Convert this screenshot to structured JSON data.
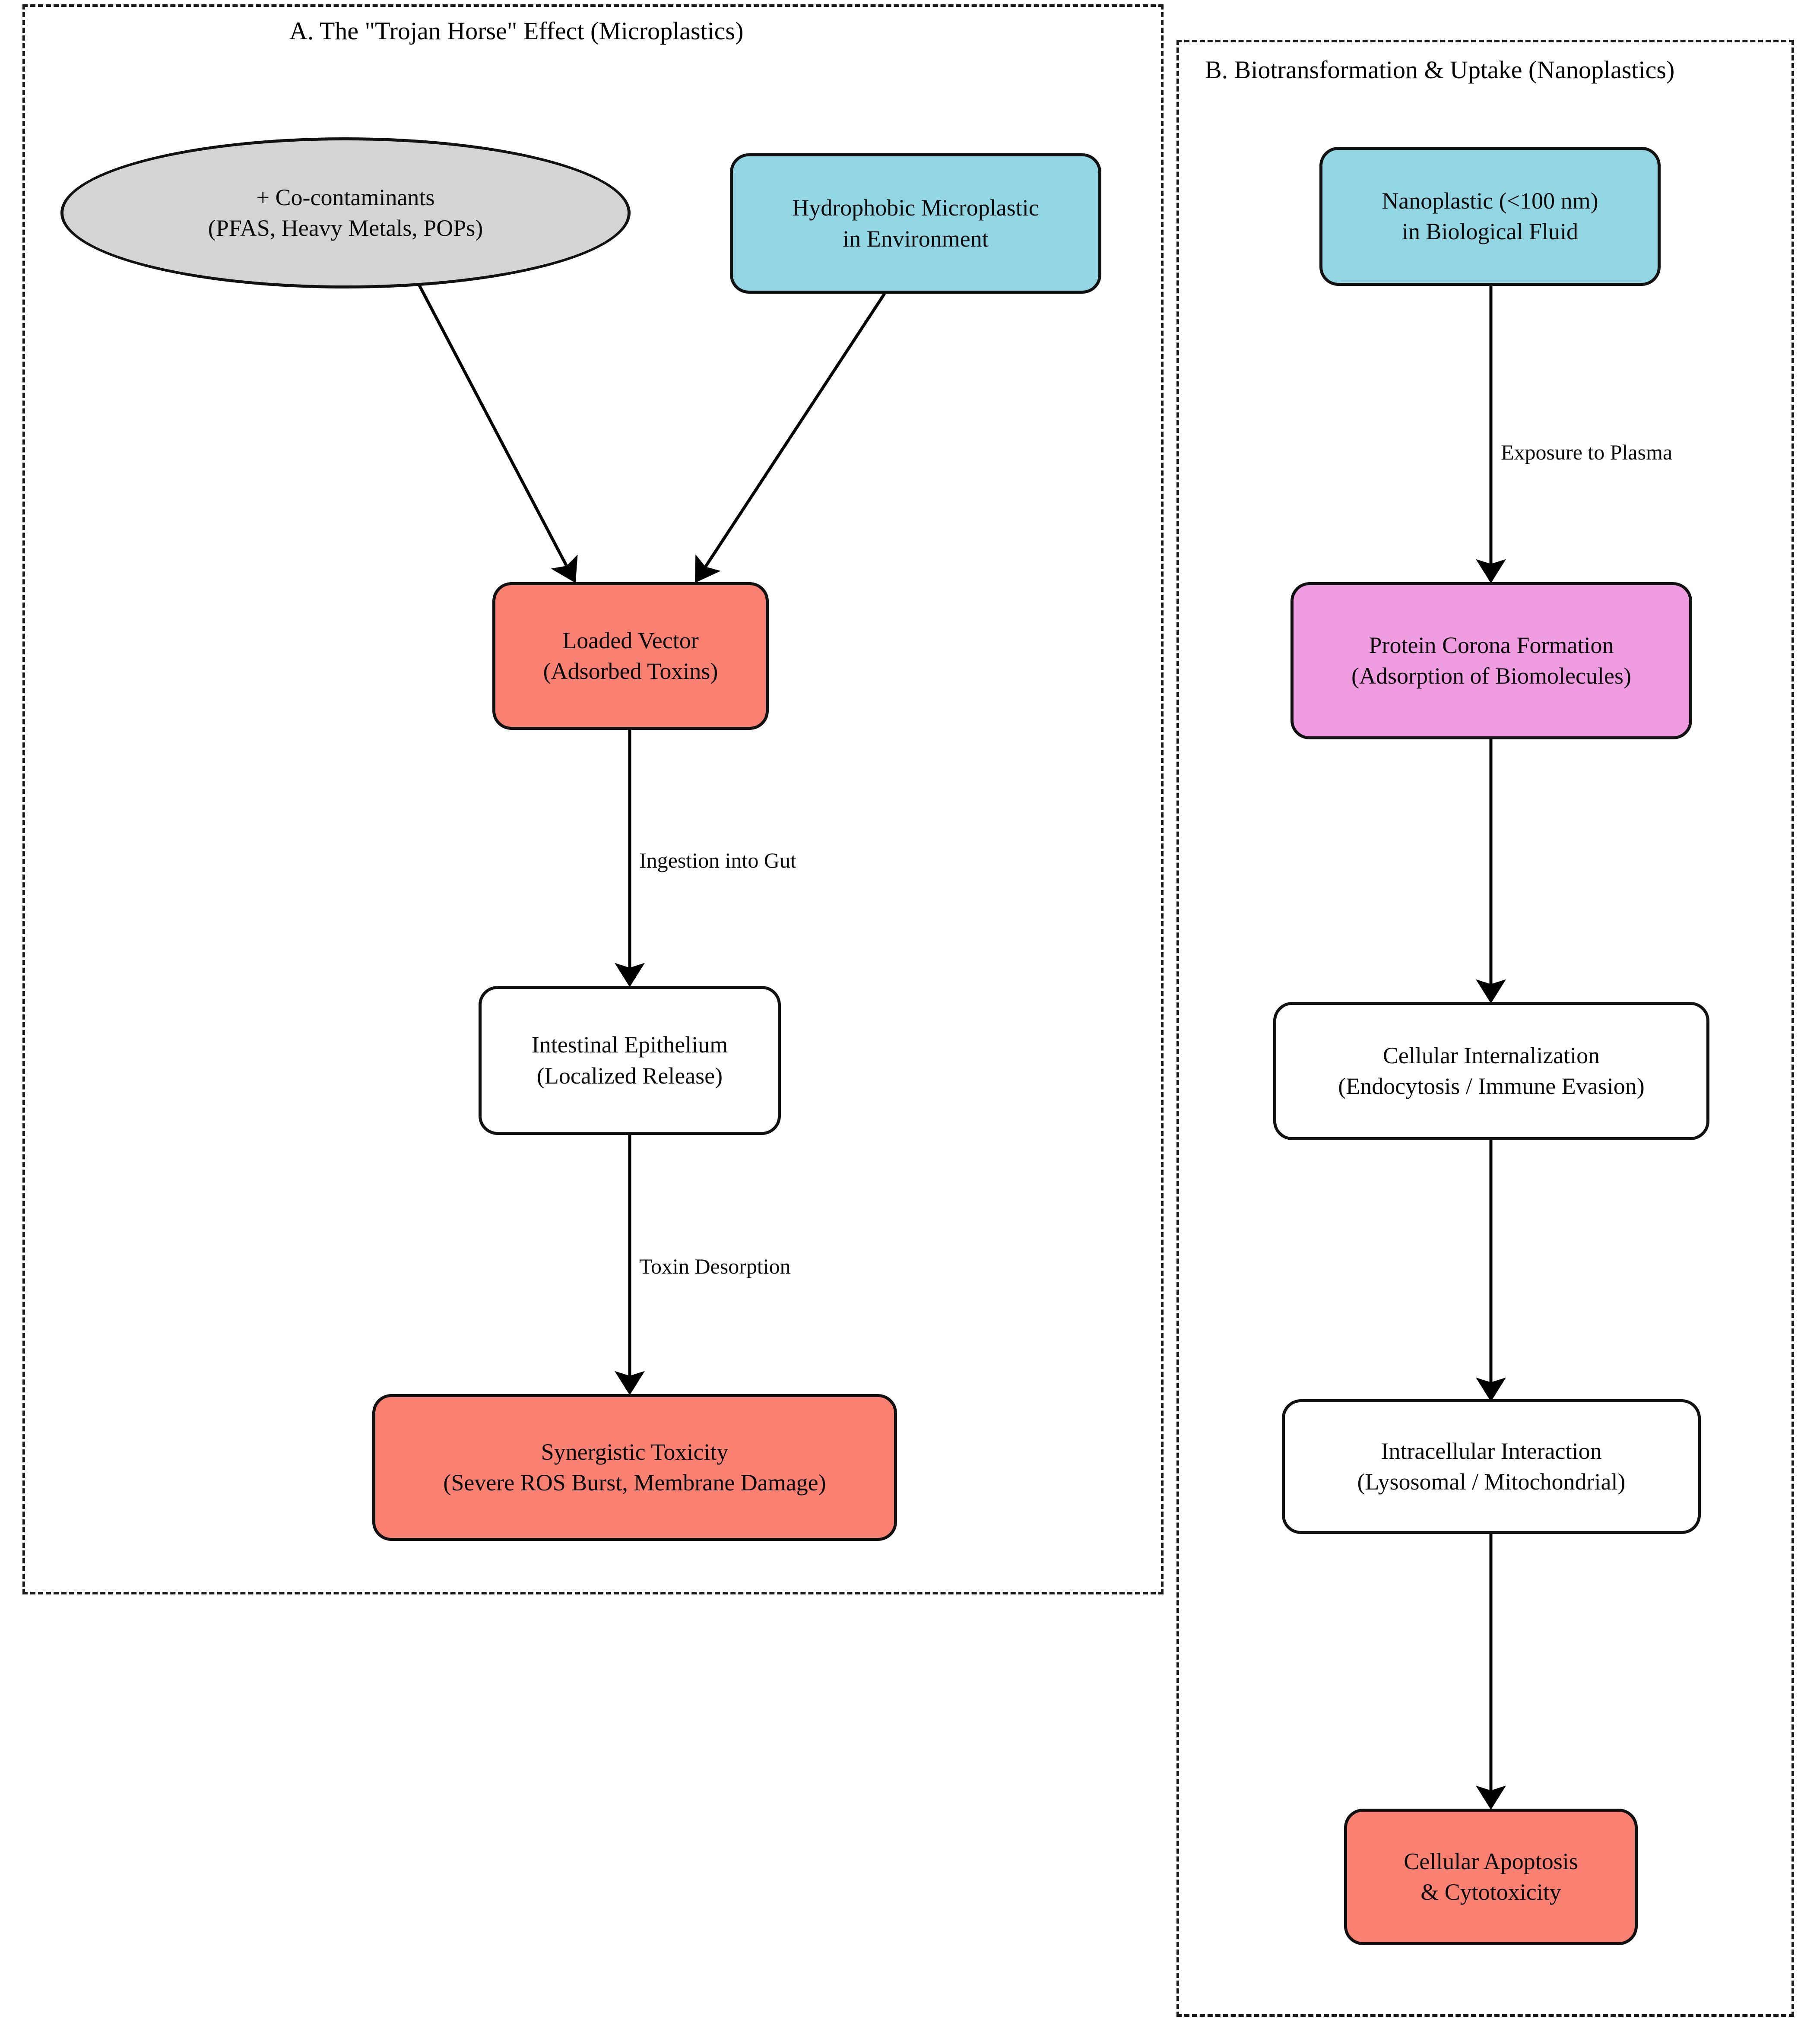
{
  "figure": {
    "background_color": "#ffffff",
    "panels": [
      {
        "id": "A",
        "title": "A. The \"Trojan Horse\" Effect (Microplastics)"
      },
      {
        "id": "B",
        "title": "B. Biotransformation & Uptake (Nanoplastics)"
      }
    ]
  },
  "colors": {
    "cyan": "#92d6e3",
    "gray": "#d4d4d4",
    "red": "#fa8072",
    "pink": "#f09ce0",
    "white": "#ffffff",
    "border": "#111111",
    "panel_border": "#1a1a1a"
  },
  "panel_a": {
    "nodes": {
      "co_contaminants": {
        "line1": "+ Co-contaminants",
        "line2": "(PFAS, Heavy Metals, POPs)",
        "shape": "ellipse",
        "fill": "#d4d4d4"
      },
      "hydrophobic_microplastic": {
        "line1": "Hydrophobic Microplastic",
        "line2": "in Environment",
        "shape": "rounded-rect",
        "fill": "#92d6e3"
      },
      "loaded_vector": {
        "line1": "Loaded Vector",
        "line2": "(Adsorbed Toxins)",
        "shape": "rounded-rect",
        "fill": "#fa8072"
      },
      "intestinal_epithelium": {
        "line1": "Intestinal Epithelium",
        "line2": "(Localized Release)",
        "shape": "rounded-rect",
        "fill": "#ffffff"
      },
      "synergistic_toxicity": {
        "line1": "Synergistic Toxicity",
        "line2": "(Severe ROS Burst, Membrane Damage)",
        "shape": "rounded-rect",
        "fill": "#fa8072"
      }
    },
    "edges": {
      "co_to_vector": "",
      "micro_to_vector": "",
      "vector_to_epithelium": "Ingestion into Gut",
      "epithelium_to_toxicity": "Toxin Desorption"
    }
  },
  "panel_b": {
    "nodes": {
      "nanoplastic": {
        "line1": "Nanoplastic (<100 nm)",
        "line2": "in Biological Fluid",
        "shape": "rounded-rect",
        "fill": "#92d6e3"
      },
      "protein_corona": {
        "line1": "Protein Corona Formation",
        "line2": "(Adsorption of Biomolecules)",
        "shape": "rounded-rect",
        "fill": "#f09ce0"
      },
      "cellular_internalization": {
        "line1": "Cellular Internalization",
        "line2": "(Endocytosis / Immune Evasion)",
        "shape": "rounded-rect",
        "fill": "#ffffff"
      },
      "intracellular_interaction": {
        "line1": "Intracellular Interaction",
        "line2": "(Lysosomal / Mitochondrial)",
        "shape": "rounded-rect",
        "fill": "#ffffff"
      },
      "cellular_apoptosis": {
        "line1": "Cellular Apoptosis",
        "line2": "& Cytotoxicity",
        "shape": "rounded-rect",
        "fill": "#fa8072"
      }
    },
    "edges": {
      "nano_to_corona": "Exposure to Plasma",
      "corona_to_internalization": "",
      "internalization_to_intracellular": "",
      "intracellular_to_apoptosis": ""
    }
  }
}
